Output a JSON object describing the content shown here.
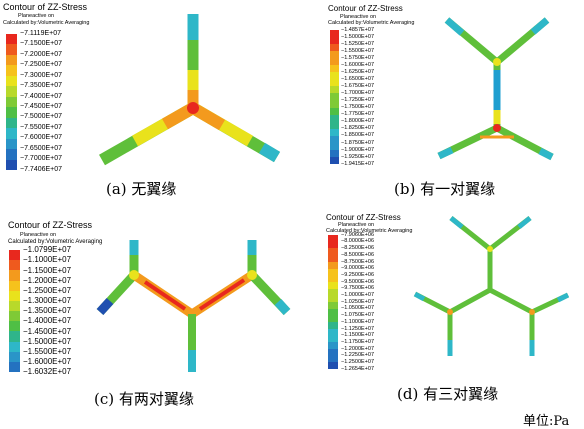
{
  "panels": [
    {
      "id": "a",
      "title": "Contour of ZZ-Stress",
      "plane": "Planeactive on",
      "calc": "Calculated by:Volumetric Averaging",
      "legend": [
        "−7.1119E+07",
        "−7.1500E+07",
        "−7.2000E+07",
        "−7.2500E+07",
        "−7.3000E+07",
        "−7.3500E+07",
        "−7.4000E+07",
        "−7.4500E+07",
        "−7.5000E+07",
        "−7.5500E+07",
        "−7.6000E+07",
        "−7.6500E+07",
        "−7.7000E+07",
        "−7.7406E+07"
      ],
      "caption": "(a) 无翼缘"
    },
    {
      "id": "b",
      "title": "Contour of ZZ-Stress",
      "plane": "Planeactive on",
      "calc": "Calculated by:Volumetric Averaging",
      "legend": [
        "−1.4857E+07",
        "−1.5000E+07",
        "−1.5250E+07",
        "−1.5500E+07",
        "−1.5750E+07",
        "−1.6000E+07",
        "−1.6250E+07",
        "−1.6500E+07",
        "−1.6750E+07",
        "−1.7000E+07",
        "−1.7250E+07",
        "−1.7500E+07",
        "−1.7750E+07",
        "−1.8000E+07",
        "−1.8250E+07",
        "−1.8500E+07",
        "−1.8750E+07",
        "−1.9000E+07",
        "−1.9250E+07",
        "−1.9415E+07"
      ],
      "caption": "(b) 有一对翼缘"
    },
    {
      "id": "c",
      "title": "Contour of ZZ-Stress",
      "plane": "Planeactive on",
      "calc": "Calculated by:Volumetric Averaging",
      "legend": [
        "−1.0799E+07",
        "−1.1000E+07",
        "−1.1500E+07",
        "−1.2000E+07",
        "−1.2500E+07",
        "−1.3000E+07",
        "−1.3500E+07",
        "−1.4000E+07",
        "−1.4500E+07",
        "−1.5000E+07",
        "−1.5500E+07",
        "−1.6000E+07",
        "−1.6032E+07"
      ],
      "caption": "(c) 有两对翼缘"
    },
    {
      "id": "d",
      "title": "Contour of ZZ-Stress",
      "plane": "Planeactive on",
      "calc": "Calculated by:Volumetric Averaging",
      "legend": [
        "−7.9060E+06",
        "−8.0000E+06",
        "−8.2500E+06",
        "−8.5000E+06",
        "−8.7500E+06",
        "−9.0000E+06",
        "−9.2500E+06",
        "−9.5000E+06",
        "−9.7500E+06",
        "−1.0000E+07",
        "−1.0250E+07",
        "−1.0500E+07",
        "−1.0750E+07",
        "−1.1000E+07",
        "−1.1250E+07",
        "−1.1500E+07",
        "−1.1750E+07",
        "−1.2000E+07",
        "−1.2250E+07",
        "−1.2500E+07",
        "−1.2654E+07"
      ],
      "caption": "(d) 有三对翼缘"
    }
  ],
  "unit": "单位:Pa",
  "colors": {
    "red": "#e8281e",
    "orange": "#f39a1d",
    "yellow": "#e9e21c",
    "green": "#5fbf3a",
    "cyan": "#2eb7c8",
    "blue": "#1f4fb0"
  }
}
